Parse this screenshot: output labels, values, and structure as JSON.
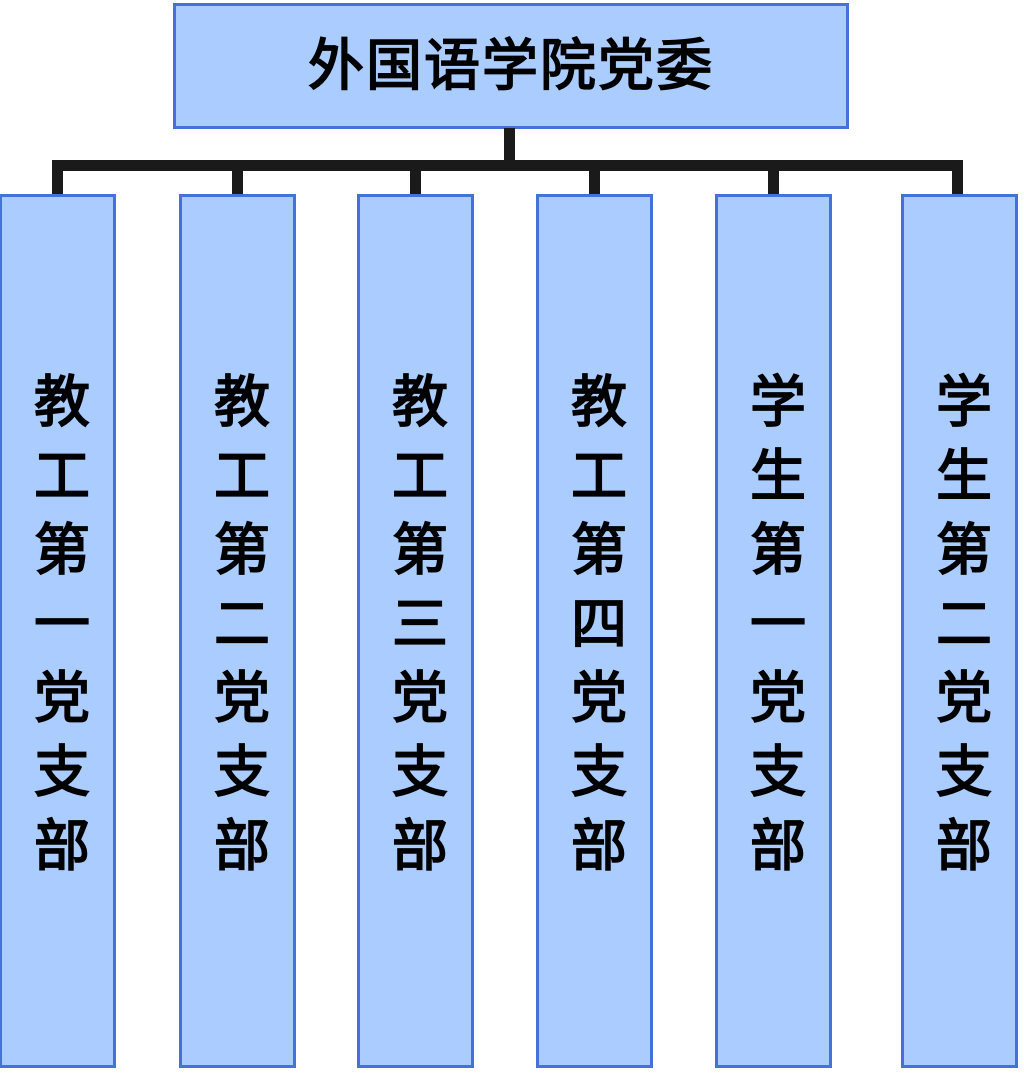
{
  "diagram": {
    "type": "organizational-chart",
    "orientation": "top-down",
    "colors": {
      "node_fill": "#aaccff",
      "node_border": "#4472d8",
      "connector": "#1a1a1a",
      "text": "#000000",
      "background": "#ffffff"
    },
    "root": {
      "label": "外国语学院党委"
    },
    "children": [
      {
        "label": "教工第一党支部"
      },
      {
        "label": "教工第二党支部"
      },
      {
        "label": "教工第三党支部"
      },
      {
        "label": "教工第四党支部"
      },
      {
        "label": "学生第一党支部"
      },
      {
        "label": "学生第二党支部"
      }
    ]
  }
}
